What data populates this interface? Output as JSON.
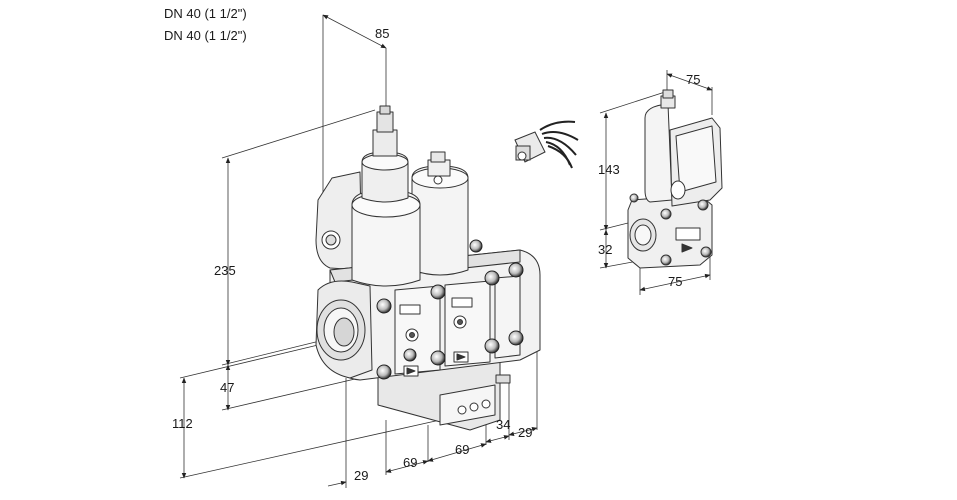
{
  "titles": [
    "DN 40 (1 1/2\")",
    "DN 40 (1 1/2\")"
  ],
  "dims": {
    "top_width": "85",
    "height_total": "235",
    "axis_offset": "47",
    "base_height": "112",
    "offset_left": "29",
    "pitch_1": "69",
    "pitch_2": "69",
    "pitch_3": "34",
    "offset_right": "29",
    "side_top_width": "75",
    "side_height": "143",
    "side_lower": "32",
    "side_base_width": "75"
  },
  "colors": {
    "line": "#333333",
    "body_fill": "#f2f2f2",
    "shade": "#dcdcdc",
    "dark": "#2b2b2b"
  }
}
